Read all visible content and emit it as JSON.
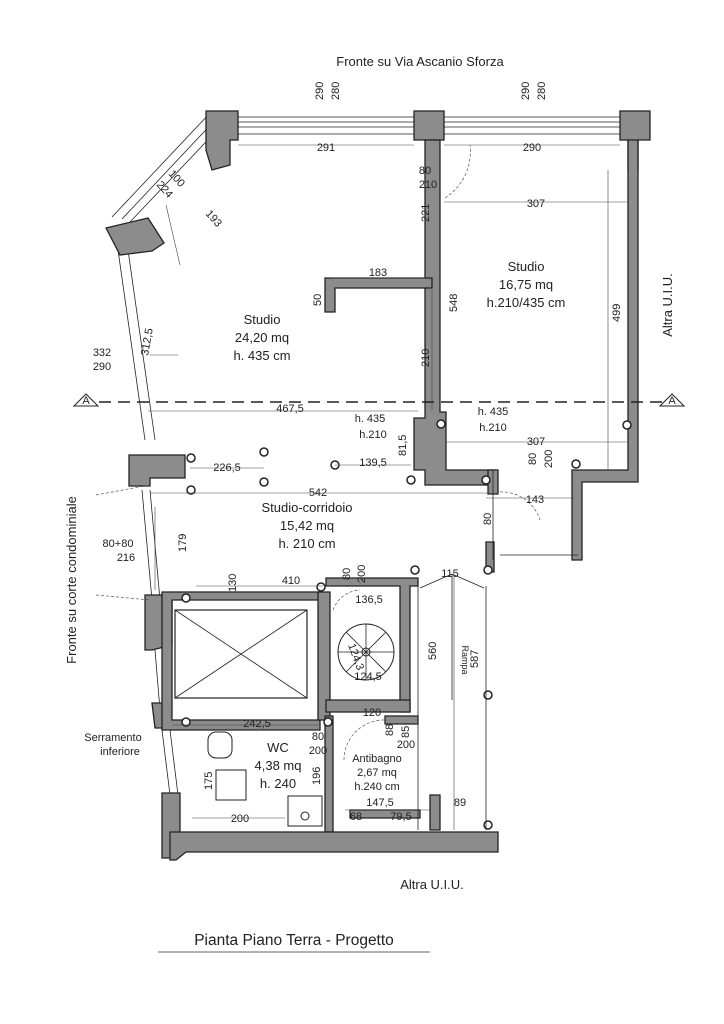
{
  "drawing_title": "Pianta Piano Terra - Progetto",
  "facades": {
    "top": "Fronte su Via Ascanio Sforza",
    "left": "Fronte su corte condominiale",
    "right": "Altra U.I.U.",
    "bottom": "Altra U.I.U."
  },
  "section_marker": "A",
  "rooms": {
    "studio_left": {
      "name": "Studio",
      "area": "24,20 mq",
      "height": "h. 435 cm"
    },
    "studio_right": {
      "name": "Studio",
      "area": "16,75 mq",
      "height": "h.210/435 cm"
    },
    "corridor": {
      "name": "Studio-corridoio",
      "area": "15,42 mq",
      "height": "h. 210 cm"
    },
    "wc": {
      "name": "WC",
      "area": "4,38 mq",
      "height": "h. 240"
    },
    "antibagno": {
      "name": "Antibagno",
      "area": "2,67 mq",
      "height": "h.240 cm"
    }
  },
  "labels": {
    "serramento_1": "Serramento",
    "serramento_2": "inferiore",
    "rampa": "Rampa"
  },
  "dimensions": {
    "d290_a": "290",
    "d280_a": "280",
    "d290_b": "290",
    "d280_b": "280",
    "d291": "291",
    "d290_c": "290",
    "d80_a": "80",
    "d210_a": "210",
    "d307_a": "307",
    "d100": "100",
    "d224": "224",
    "d193": "193",
    "d221": "221",
    "d183": "183",
    "d50": "50",
    "d548": "548",
    "d499": "499",
    "d332": "332",
    "d290_d": "290",
    "d3125": "312,5",
    "d210_b": "210",
    "d4675": "467,5",
    "dh435_a": "h. 435",
    "dh210_a": "h.210",
    "dh435_b": "h. 435",
    "dh210_b": "h.210",
    "d815": "81,5",
    "d307_b": "307",
    "d80_b": "80",
    "d200_a": "200",
    "d2265": "226,5",
    "d1395": "139,5",
    "d542": "542",
    "d143": "143",
    "d80_c": "80",
    "d8080": "80+80",
    "d216": "216",
    "d179": "179",
    "d130": "130",
    "d410": "410",
    "d80_d": "80",
    "d200_b": "200",
    "d115": "115",
    "d1365": "136,5",
    "d560": "560",
    "d587": "587",
    "d1243": "124,3",
    "d1245": "124,5",
    "d2425": "242,5",
    "d120": "120",
    "d88": "88",
    "d85": "85",
    "d80_e": "80",
    "d200_c": "200",
    "d200_d": "200",
    "d175": "175",
    "d196": "196",
    "d1475": "147,5",
    "d89": "89",
    "d68": "68",
    "d795": "79,5",
    "d200_e": "200"
  }
}
